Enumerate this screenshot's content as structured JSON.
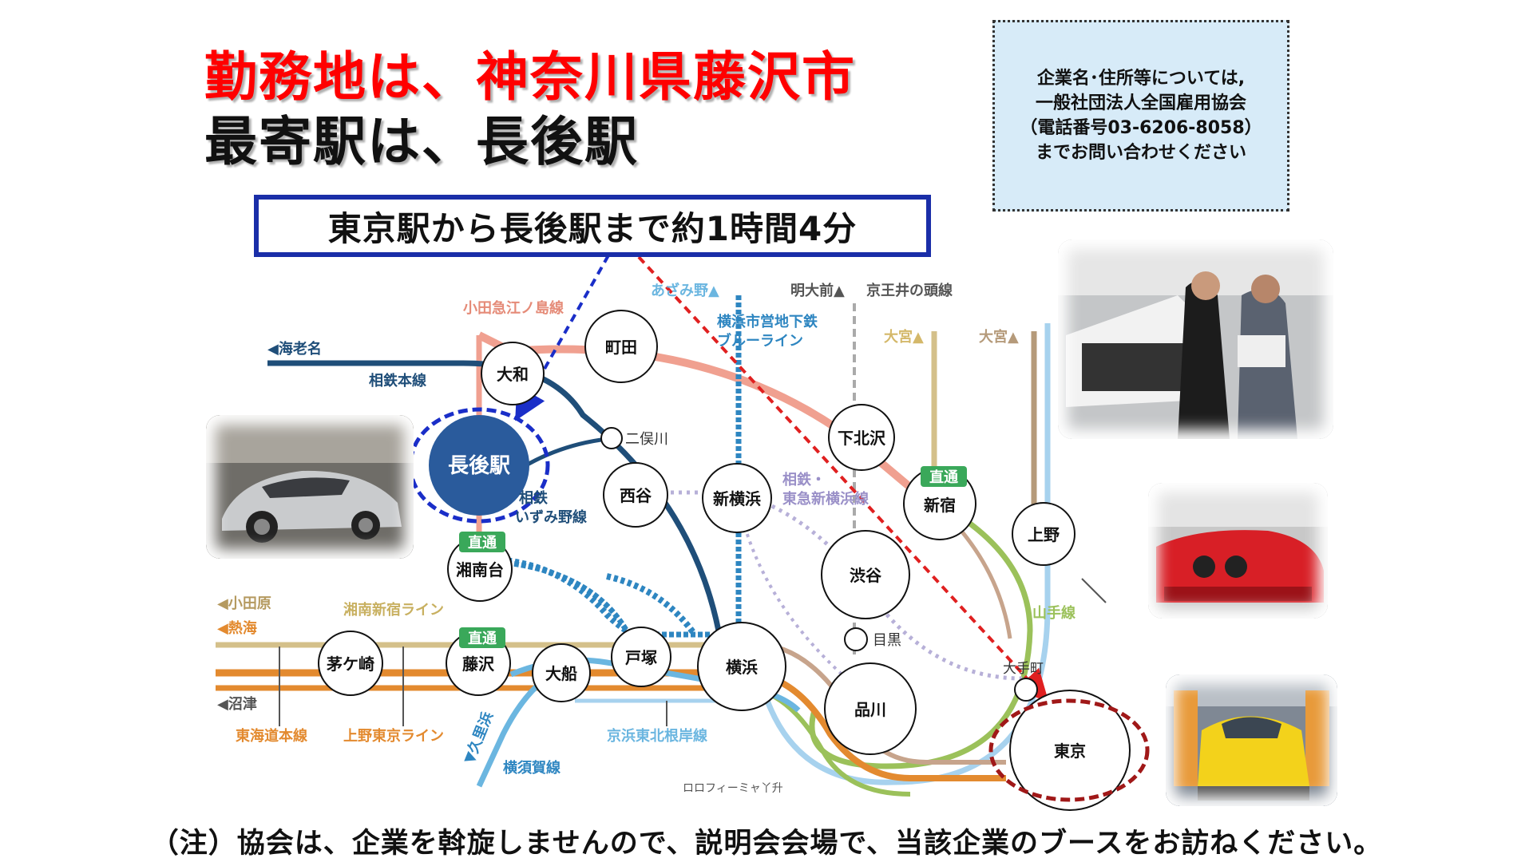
{
  "title": {
    "line1": "勤務地は、神奈川県藤沢市",
    "line2": "最寄駅は、長後駅"
  },
  "notice": {
    "line1": "企業名･住所等については,",
    "line2": "一般社団法人全国雇用協会",
    "line3": "（電話番号03-6206-8058）",
    "line4": "までお問い合わせください"
  },
  "route_box": "東京駅から長後駅まで約1時間4分",
  "footnote": "（注）協会は、企業を斡旋しませんので、説明会会場で、当該企業のブースをお訪ねください。",
  "map": {
    "stations": {
      "yamato": "大和",
      "machida": "町田",
      "chogo": "長後駅",
      "futamatagawa": "二俣川",
      "nishiya": "西谷",
      "shinyokohama": "新横浜",
      "shimokitazawa": "下北沢",
      "shinjuku": "新宿",
      "ueno": "上野",
      "shonandai": "湘南台",
      "shibuya": "渋谷",
      "meguro": "目黒",
      "chigasaki": "茅ケ崎",
      "fujisawa": "藤沢",
      "ofuna": "大船",
      "totsuka": "戸塚",
      "yokohama": "横浜",
      "shinagawa": "品川",
      "otemachi": "大手町",
      "tokyo": "東京"
    },
    "labels": {
      "azamino": "あざみ野▲",
      "meidaimae": "明大前▲",
      "keio_inokashira": "京王井の頭線",
      "odakyu_enoshima": "小田急江ノ島線",
      "ebina": "◀海老名",
      "sotetsu_main": "相鉄本線",
      "blue_line_1": "横浜市営地下鉄",
      "blue_line_2": "ブルーライン",
      "omiya_1": "大宮▲",
      "omiya_2": "大宮▲",
      "sotetsu_izumino_1": "相鉄",
      "sotetsu_izumino_2": "いずみ野線",
      "sotetsu_tokyu_1": "相鉄・",
      "sotetsu_tokyu_2": "東急新横浜線",
      "odawara": "◀小田原",
      "atami": "◀熱海",
      "numazu": "◀沼津",
      "shonan_shinjuku": "湘南新宿ライン",
      "tokaido": "東海道本線",
      "ueno_tokyo": "上野東京ライン",
      "keihin_tohoku": "京浜東北根岸線",
      "kurihama": "▼久里浜",
      "yokosuka": "横須賀線",
      "yamanote": "山手線",
      "chokutsu": "直通",
      "credit": "ロロフィーミャ丫升"
    },
    "colors": {
      "odakyu": "#f0a090",
      "sotetsu": "#1f4e79",
      "blueline": "#2e86c1",
      "tokaido": "#e38a2f",
      "shonan": "#d4c08a",
      "yamanote": "#9bc15a",
      "keihin": "#6bb6e0",
      "chogo_fill": "#2a5b9c",
      "chokutsu": "#3aa85a",
      "red_arrow": "#e02020",
      "blue_arrow": "#1a2ec8"
    }
  },
  "photos": {
    "ferrari_silver": "silver sports car",
    "mechanics": "mechanics inspecting car",
    "ferrari_red": "red sports car",
    "yellow_car": "yellow car in paint booth"
  }
}
